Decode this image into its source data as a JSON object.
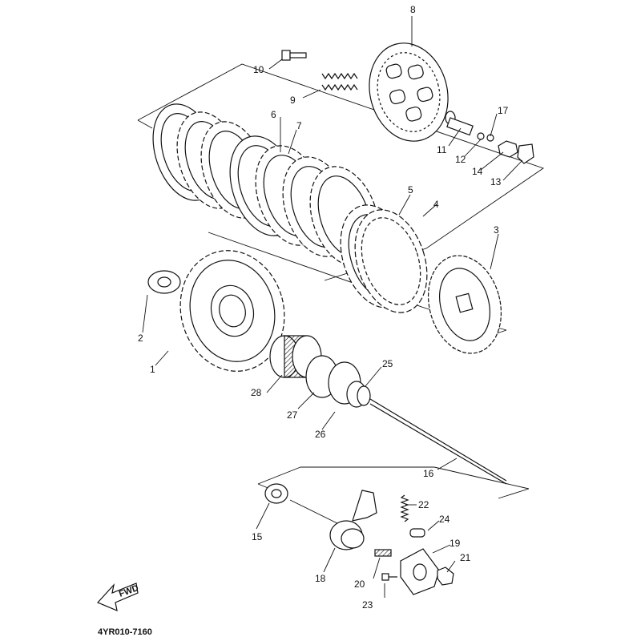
{
  "diagram_code": "4YR010-7160",
  "fwd_label": "FWD",
  "parts": [
    {
      "number": "1"
    },
    {
      "number": "2"
    },
    {
      "number": "3"
    },
    {
      "number": "4"
    },
    {
      "number": "5"
    },
    {
      "number": "6"
    },
    {
      "number": "7"
    },
    {
      "number": "8"
    },
    {
      "number": "9"
    },
    {
      "number": "10"
    },
    {
      "number": "11"
    },
    {
      "number": "12"
    },
    {
      "number": "13"
    },
    {
      "number": "14"
    },
    {
      "number": "15"
    },
    {
      "number": "16"
    },
    {
      "number": "17"
    },
    {
      "number": "18"
    },
    {
      "number": "19"
    },
    {
      "number": "20"
    },
    {
      "number": "21"
    },
    {
      "number": "22"
    },
    {
      "number": "23"
    },
    {
      "number": "24"
    },
    {
      "number": "25"
    },
    {
      "number": "26"
    },
    {
      "number": "27"
    },
    {
      "number": "28"
    }
  ]
}
